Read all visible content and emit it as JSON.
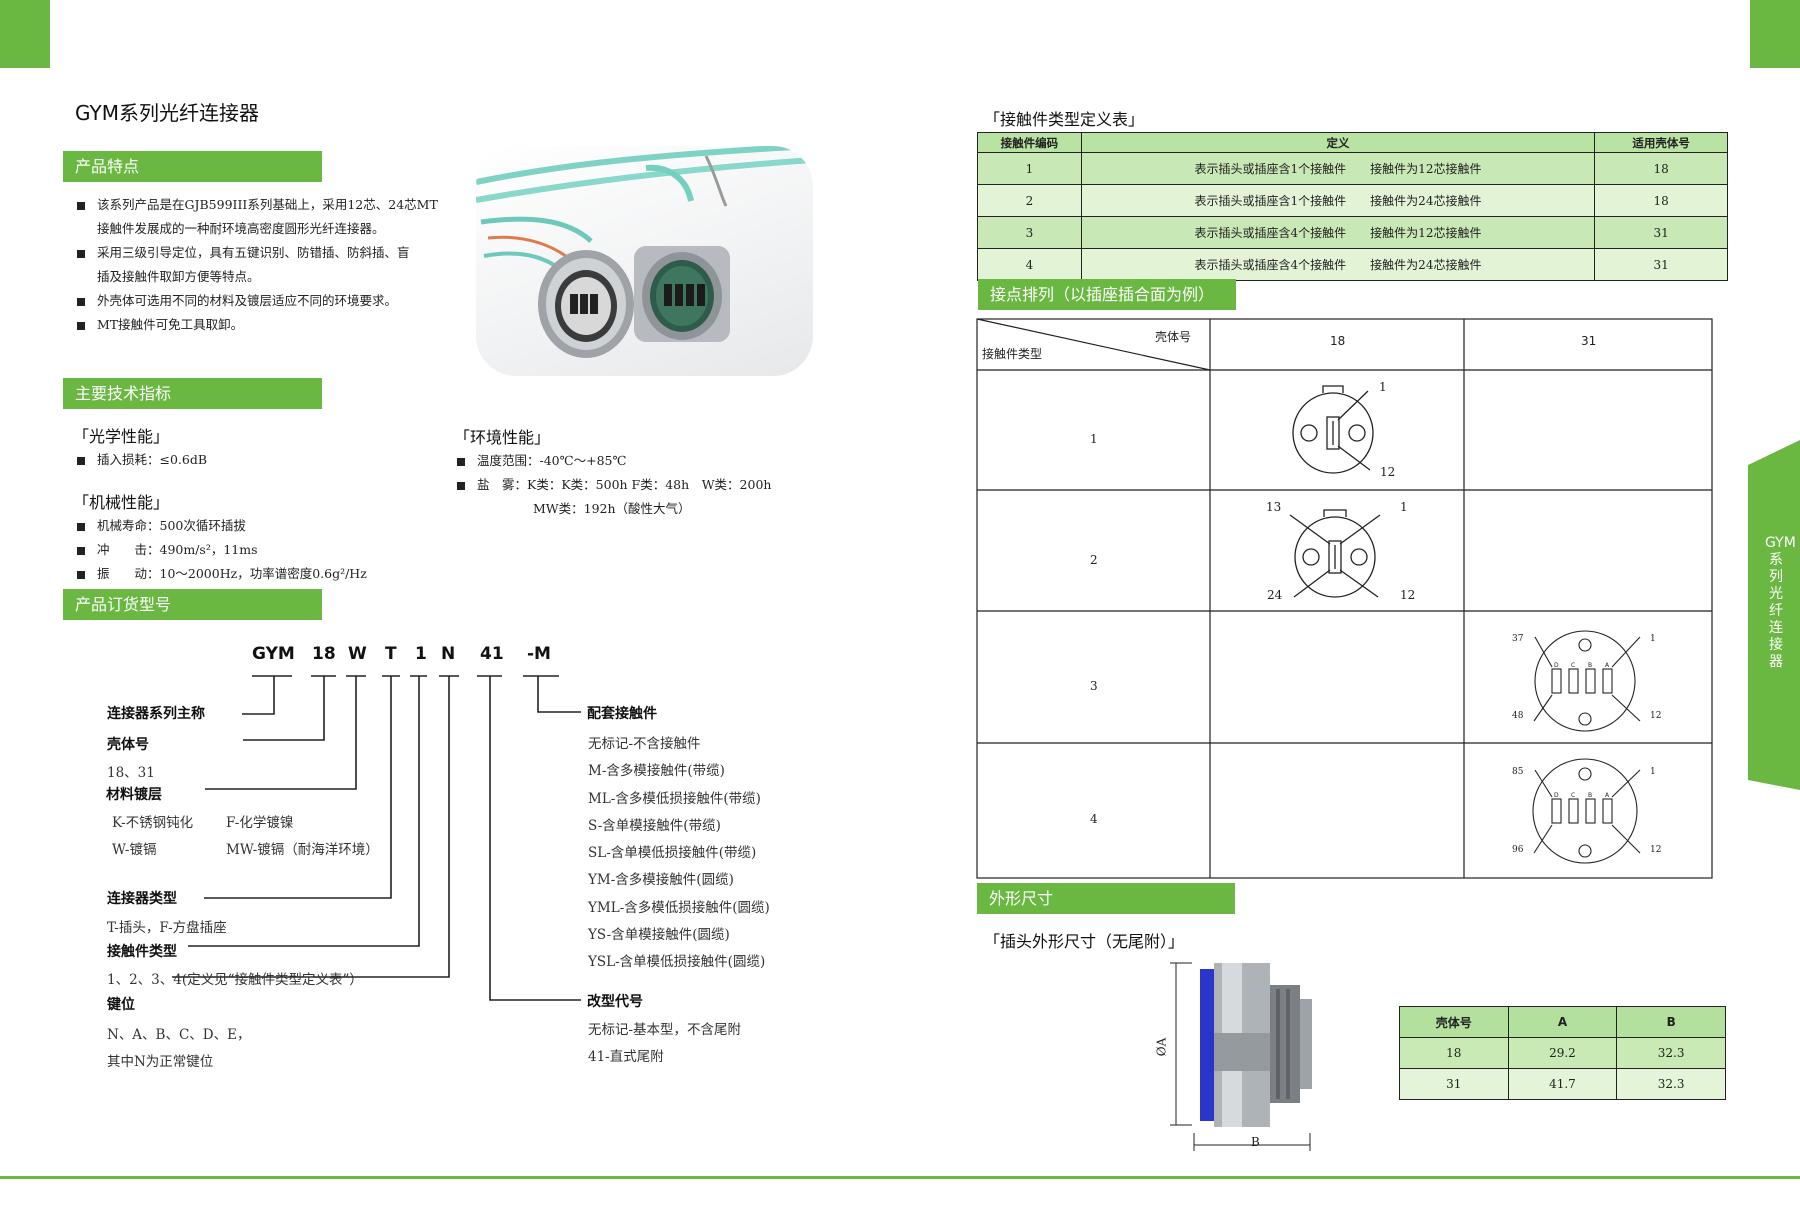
{
  "page": {
    "title": "GYM系列光纤连接器",
    "side_tab": "GYM系列光纤连接器",
    "accent_color": "#6ab842"
  },
  "features": {
    "heading": "产品特点",
    "bullets": [
      [
        "该系列产品是在GJB599III系列基础上，采用12芯、24芯MT",
        "接触件发展成的一种耐环境高密度圆形光纤连接器。"
      ],
      [
        "采用三级引导定位，具有五键识别、防错插、防斜插、盲",
        "插及接触件取卸方便等特点。"
      ],
      [
        "外壳体可选用不同的材料及镀层适应不同的环境要求。"
      ],
      [
        "MT接触件可免工具取卸。"
      ]
    ]
  },
  "specs": {
    "heading": "主要技术指标",
    "optical_title": "「光学性能」",
    "optical": [
      "插入损耗：≤0.6dB"
    ],
    "mechanical_title": "「机械性能」",
    "mechanical": [
      "机械寿命：500次循环插拔",
      "冲　　击：490m/s²，11ms",
      "振　　动：10～2000Hz，功率谱密度0.6g²/Hz"
    ],
    "env_title": "「环境性能」",
    "env_1": "温度范围：-40℃～+85℃",
    "env_2": "盐　雾：K类：K类：500h F类：48h　W类：200h",
    "env_2b": "MW类：192h（酸性大气）"
  },
  "ordering": {
    "heading": "产品订货型号",
    "codes": [
      "GYM",
      "18",
      "W",
      "T",
      "1",
      "N",
      "41",
      "-M"
    ],
    "left_items": [
      {
        "label": "连接器系列主称"
      },
      {
        "label": "壳体号",
        "desc": [
          "18、31"
        ]
      },
      {
        "label": "材料镀层",
        "desc_cols": [
          [
            "K-不锈钢钝化",
            "F-化学镀镍"
          ],
          [
            "W-镀镉",
            "MW-镀镉（耐海洋环境）"
          ]
        ]
      },
      {
        "label": "连接器类型",
        "desc": [
          "T-插头，F-方盘插座"
        ]
      },
      {
        "label": "接触件类型",
        "desc": [
          "1、2、3、4(定义见“接触件类型定义表”）"
        ]
      },
      {
        "label": "键位",
        "desc": [
          "N、A、B、C、D、E，",
          "其中N为正常键位"
        ]
      }
    ],
    "right_items": [
      {
        "label": "配套接触件",
        "desc": [
          "无标记-不含接触件",
          "M-含多模接触件(带缆)",
          "ML-含多模低损接触件(带缆)",
          "S-含单模接触件(带缆)",
          "SL-含单模低损接触件(带缆)",
          "YM-含多模接触件(圆缆)",
          "YML-含多模低损接触件(圆缆)",
          "YS-含单模接触件(圆缆)",
          "YSL-含单模低损接触件(圆缆)"
        ]
      },
      {
        "label": "改型代号",
        "desc": [
          "无标记-基本型，不含尾附",
          "41-直式尾附"
        ]
      }
    ]
  },
  "contact_table": {
    "title": "「接触件类型定义表」",
    "headers": [
      "接触件编码",
      "定义",
      "适用壳体号"
    ],
    "rows": [
      [
        "1",
        "表示插头或插座含1个接触件　　接触件为12芯接触件",
        "18"
      ],
      [
        "2",
        "表示插头或插座含1个接触件　　接触件为24芯接触件",
        "18"
      ],
      [
        "3",
        "表示插头或插座含4个接触件　　接触件为12芯接触件",
        "31"
      ],
      [
        "4",
        "表示插头或插座含4个接触件　　接触件为24芯接触件",
        "31"
      ]
    ]
  },
  "layout_section": {
    "heading": "接点排列（以插座插合面为例）",
    "corner_top": "壳体号",
    "corner_bottom": "接触件类型",
    "cols": [
      "18",
      "31"
    ],
    "rows": [
      "1",
      "2",
      "3",
      "4"
    ],
    "diag1": {
      "tl": "1",
      "br": "12"
    },
    "diag2": {
      "tl": "13",
      "tr": "1",
      "bl": "24",
      "br": "12"
    },
    "diag3": {
      "tl": "37",
      "tr": "1",
      "bl": "48",
      "br": "12",
      "letters": [
        "D",
        "C",
        "B",
        "A"
      ]
    },
    "diag4": {
      "tl": "85",
      "tr": "1",
      "bl": "96",
      "br": "12",
      "letters": [
        "D",
        "C",
        "B",
        "A"
      ]
    }
  },
  "dimensions": {
    "heading": "外形尺寸",
    "subtitle": "「插头外形尺寸（无尾附）」",
    "label_a": "ØA",
    "label_b": "B",
    "headers": [
      "壳体号",
      "A",
      "B"
    ],
    "rows": [
      [
        "18",
        "29.2",
        "32.3"
      ],
      [
        "31",
        "41.7",
        "32.3"
      ]
    ]
  }
}
